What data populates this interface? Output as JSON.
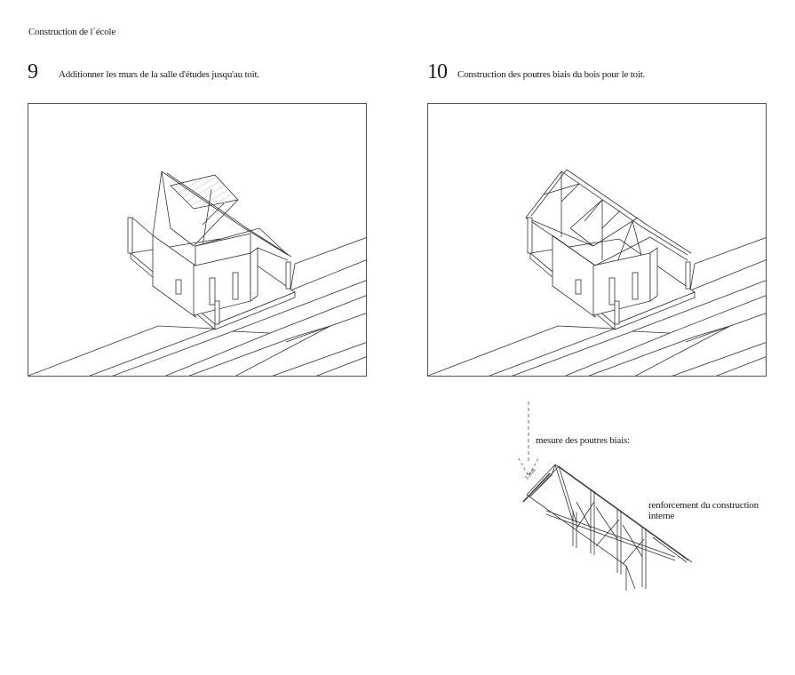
{
  "page": {
    "title": "Construction de l´école"
  },
  "steps": [
    {
      "number": "9",
      "description": "Additionner les murs de la salle d'études jusqu'au toit."
    },
    {
      "number": "10",
      "description": "Construction des poutres biais du bois pour le toit."
    }
  ],
  "detail": {
    "measure_label": "mesure des poutres biais:",
    "dimension_label": "3.31m",
    "reinforcement_label_line1": "renforcement du construction",
    "reinforcement_label_line2": "interne"
  }
}
